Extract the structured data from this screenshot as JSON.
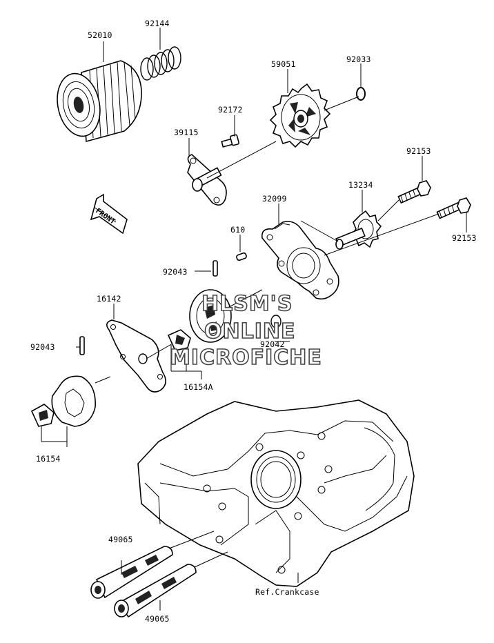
{
  "labels": {
    "p52010": "52010",
    "p92144": "92144",
    "p59051": "59051",
    "p92033": "92033",
    "p92172": "92172",
    "p39115": "39115",
    "p92153a": "92153",
    "p13234": "13234",
    "p32099": "32099",
    "p92153b": "92153",
    "p610": "610",
    "p92043a": "92043",
    "p16142": "16142",
    "p92042": "92042",
    "p92043b": "92043",
    "p16154A": "16154A",
    "p16154": "16154",
    "p49065a": "49065",
    "p49065b": "49065",
    "ref": "Ref.Crankcase",
    "front": "FRONT"
  },
  "watermark": {
    "line1": "HLSM'S",
    "line2": "ONLINE",
    "line3": "MICROFICHE"
  }
}
